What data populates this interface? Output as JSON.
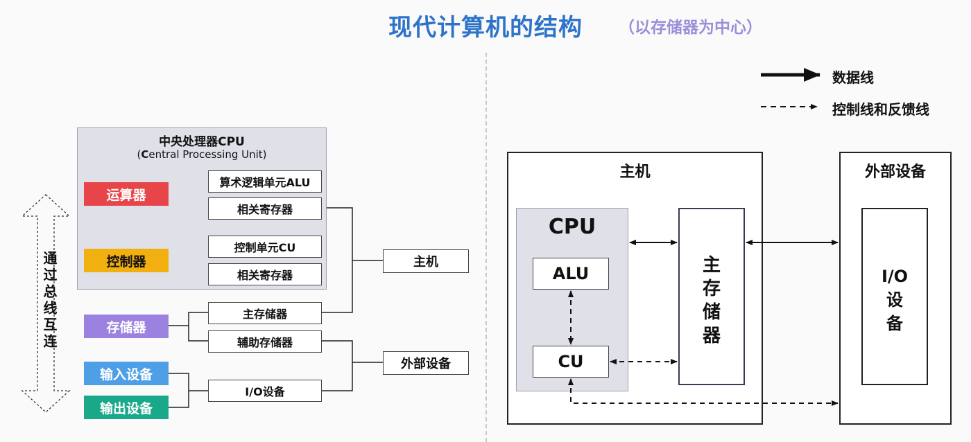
{
  "title": "现代计算机的结构",
  "subtitle": "（以存储器为中心）",
  "left": {
    "cpu_title": "中央处理器CPU",
    "cpu_subtitle_prefix": "(",
    "cpu_subtitle_letter": "C",
    "cpu_subtitle_rest": "entral Processing Unit)",
    "bus_label": "通过总线互连",
    "categories": {
      "alu_unit": "运算器",
      "control_unit": "控制器",
      "memory": "存储器",
      "input": "输入设备",
      "output": "输出设备"
    },
    "boxes": {
      "alu": "算术逻辑单元ALU",
      "alu_regs": "相关寄存器",
      "cu": "控制单元CU",
      "cu_regs": "相关寄存器",
      "main_mem": "主存储器",
      "aux_mem": "辅助存储器",
      "io": "I/O设备",
      "host": "主机",
      "peripherals": "外部设备"
    }
  },
  "right": {
    "legend": {
      "data_line": "数据线",
      "control_line": "控制线和反馈线"
    },
    "host_label": "主机",
    "cpu_label": "CPU",
    "alu_label": "ALU",
    "cu_label": "CU",
    "main_mem_chars": "主\n存\n储\n器",
    "peripheral_label": "外部设备",
    "io_chars": "I/O\n设\n备"
  },
  "colors": {
    "title": "#2d73c9",
    "subtitle": "#9a8fd8",
    "alu_unit": "#e8454a",
    "control_unit": "#f2b010",
    "memory": "#9b82e0",
    "input": "#4f9fe6",
    "output": "#1aa88a"
  }
}
